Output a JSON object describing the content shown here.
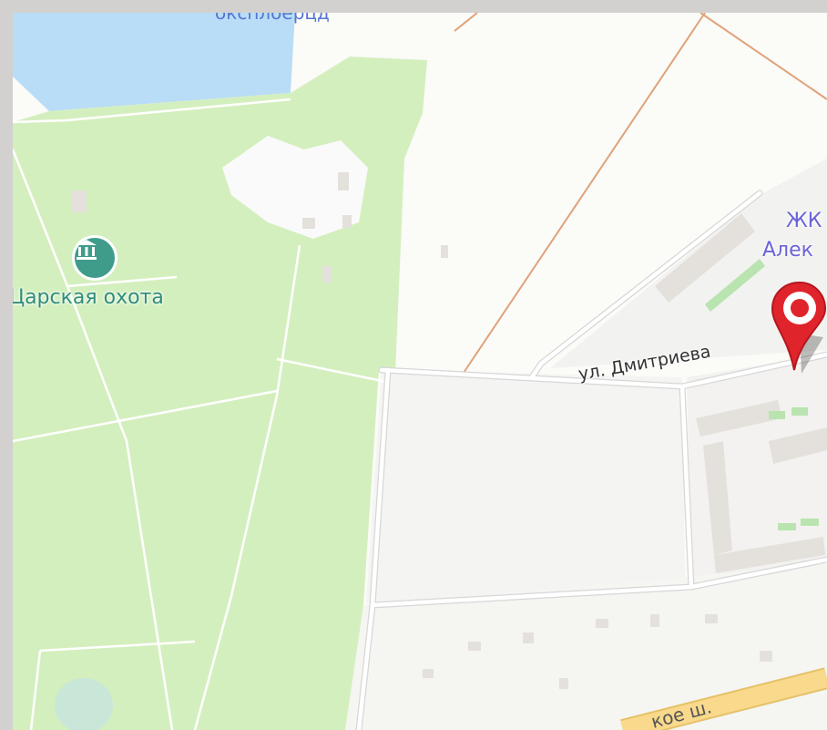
{
  "map": {
    "poi": {
      "label": "Царская охота",
      "icon": "museum-icon"
    },
    "street_label": "ул. Дмитриева",
    "complex_label_line1": "ЖК",
    "complex_label_line2": "Алек",
    "highway_label": "кое ш.",
    "top_water_label": "оксплоерцд",
    "marker": {
      "icon": "location-pin-icon",
      "color": "#e0242c"
    },
    "colors": {
      "park": "#d4efbe",
      "water": "#b8dcf5",
      "built": "#f3f2ef",
      "road": "#ffffff",
      "highway": "#f9d88a",
      "poi": "#3f9c8b",
      "rail": "#e0a27a"
    }
  }
}
